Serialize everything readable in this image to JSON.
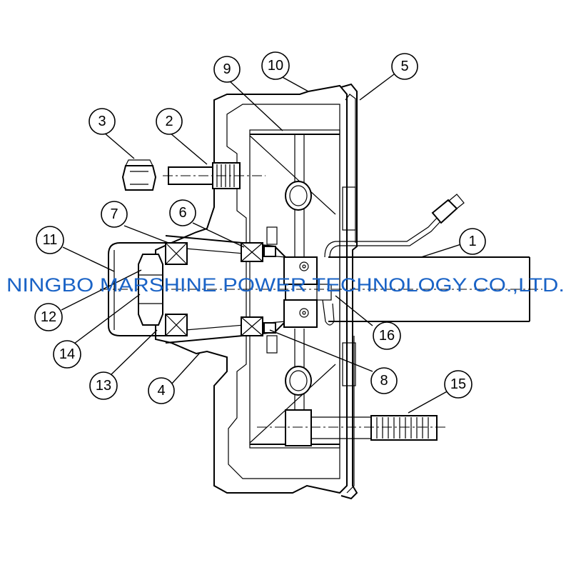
{
  "watermark": "NINGBO MARSHINE POWER TECHNOLOGY CO.,LTD.",
  "colors": {
    "watermark": "#1a63c6",
    "line": "#000000",
    "background": "#ffffff"
  },
  "callouts": [
    {
      "label": "1"
    },
    {
      "label": "2"
    },
    {
      "label": "3"
    },
    {
      "label": "4"
    },
    {
      "label": "5"
    },
    {
      "label": "6"
    },
    {
      "label": "7"
    },
    {
      "label": "8"
    },
    {
      "label": "9"
    },
    {
      "label": "10"
    },
    {
      "label": "11"
    },
    {
      "label": "12"
    },
    {
      "label": "13"
    },
    {
      "label": "14"
    },
    {
      "label": "15"
    },
    {
      "label": "16"
    }
  ]
}
